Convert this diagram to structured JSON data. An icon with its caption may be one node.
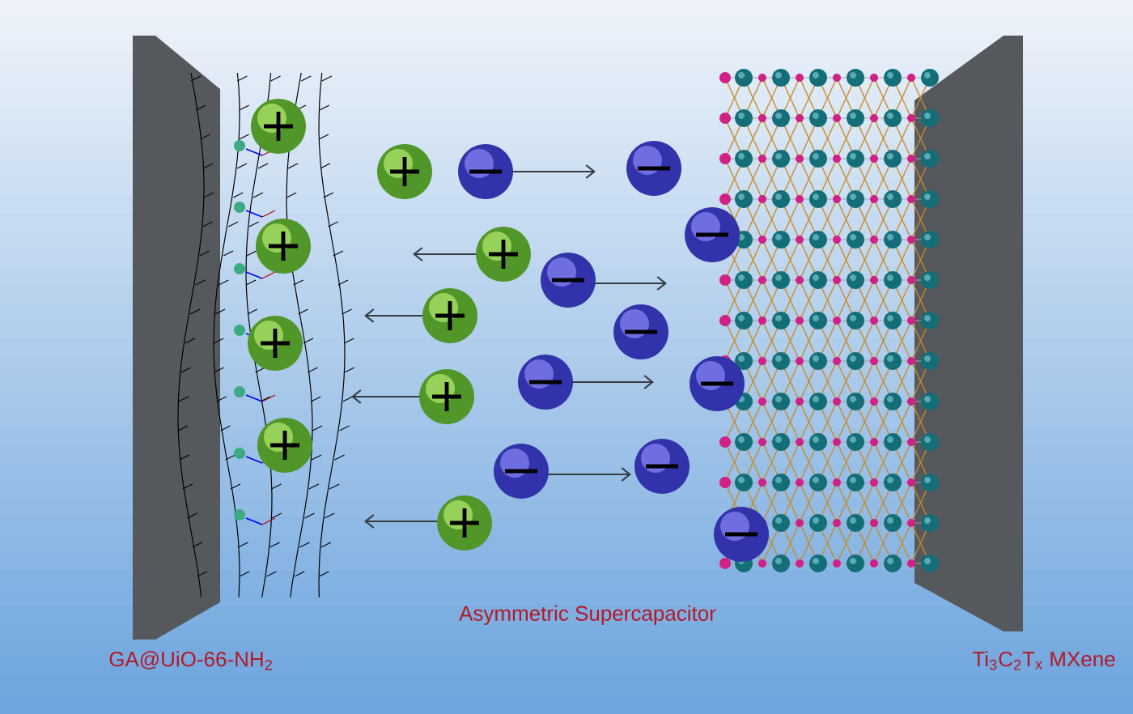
{
  "diagram": {
    "nodes": [
      {
        "text": [],
        "shape": "box",
        "beside": [
          "GA@UiO-66-NH$_{2}$"
        ]
      },
      {
        "text": [],
        "shape": "box",
        "beside": [
          "Ti$_{3}$C$_{2}$T$_{x}$ MXene"
        ]
      }
    ],
    "labels": [
      "Asymmetric Supercapacitor"
    ]
  }
}
